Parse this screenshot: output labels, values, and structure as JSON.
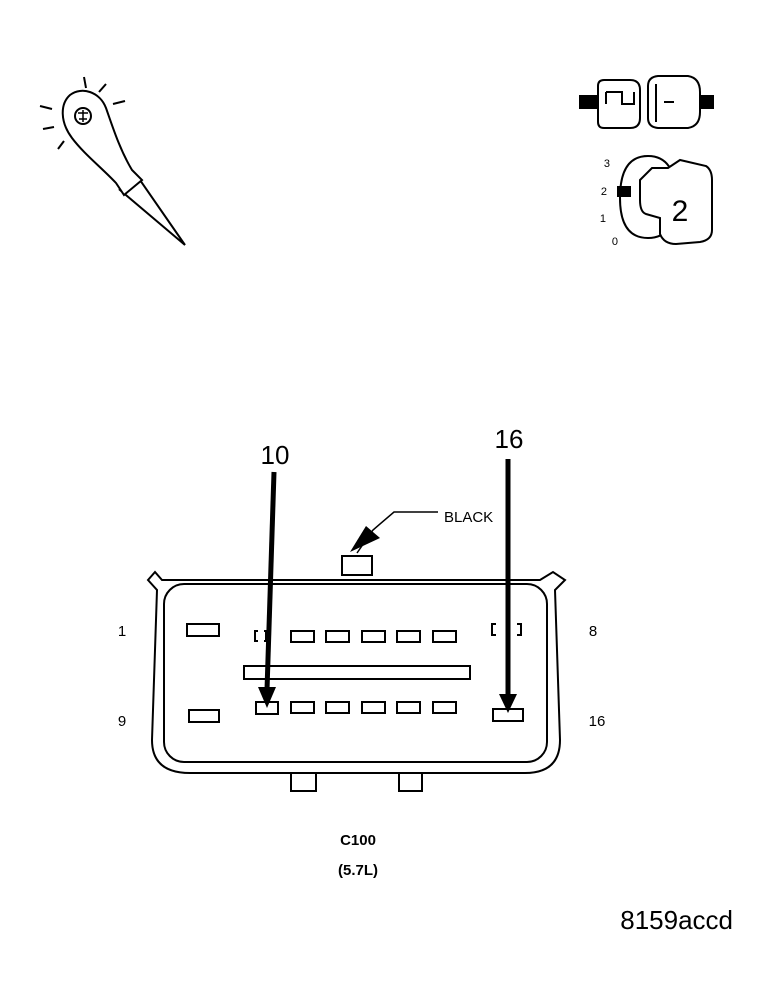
{
  "icons": {
    "probe": "test-probe-icon",
    "ignition": "ignition-key-icon",
    "connector_disconnect": "connector-disconnect-icon"
  },
  "ignition": {
    "positions": [
      "3",
      "2",
      "1",
      "0"
    ],
    "key_position": "2"
  },
  "connector": {
    "color_label": "BLACK",
    "callout_left": "10",
    "callout_right": "16",
    "pin_left_top": "1",
    "pin_right_top": "8",
    "pin_left_bottom": "9",
    "pin_right_bottom": "16",
    "name": "C100",
    "variant": "(5.7L)"
  },
  "figure_id": "8159accd"
}
